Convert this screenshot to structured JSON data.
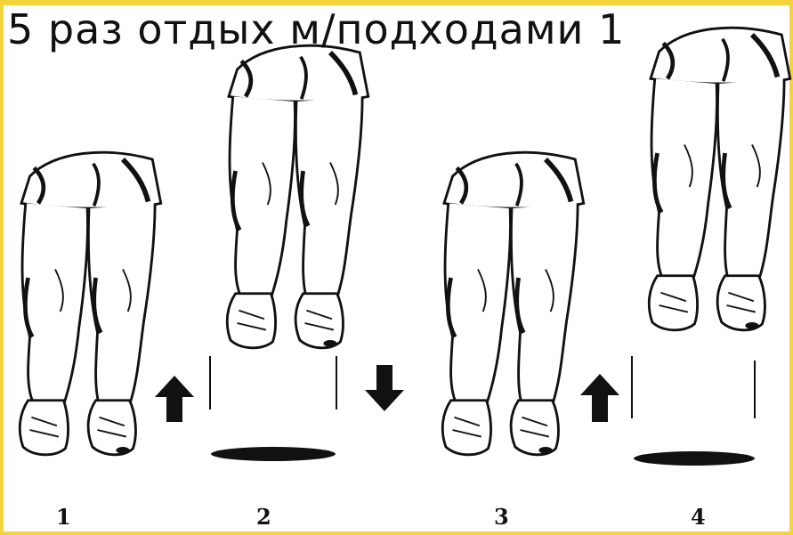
{
  "caption": "5 раз отдых м/подходами 1",
  "frames": [
    {
      "label": "1",
      "pose": "standing"
    },
    {
      "label": "2",
      "pose": "jump-up"
    },
    {
      "label": "3",
      "pose": "standing"
    },
    {
      "label": "4",
      "pose": "jump-up"
    }
  ],
  "arrows": [
    {
      "direction": "up",
      "icon": "arrow-up-icon"
    },
    {
      "direction": "down",
      "icon": "arrow-down-icon"
    },
    {
      "direction": "up",
      "icon": "arrow-up-icon"
    }
  ],
  "colors": {
    "frame": "#f5d33a",
    "ink": "#111111",
    "background": "#ffffff"
  }
}
